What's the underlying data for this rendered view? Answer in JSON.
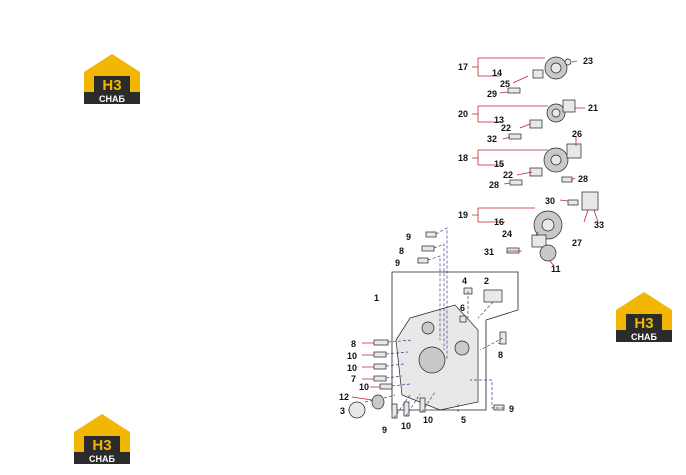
{
  "logos": [
    {
      "id": "logo-top-left",
      "mark": "H3",
      "caption": "CHAБ"
    },
    {
      "id": "logo-right",
      "mark": "H3",
      "caption": "CHAБ"
    },
    {
      "id": "logo-bottom-left",
      "mark": "H3",
      "caption": "CHAБ"
    }
  ],
  "colors": {
    "logo_gold": "#f2b705",
    "logo_dark": "#2b2b2b",
    "leader_red": "#c0262d",
    "dash_blue": "#3b3b8f"
  },
  "callouts": [
    {
      "label": "17"
    },
    {
      "label": "14"
    },
    {
      "label": "23"
    },
    {
      "label": "25"
    },
    {
      "label": "29"
    },
    {
      "label": "20"
    },
    {
      "label": "13"
    },
    {
      "label": "21"
    },
    {
      "label": "22"
    },
    {
      "label": "32"
    },
    {
      "label": "26"
    },
    {
      "label": "18"
    },
    {
      "label": "15"
    },
    {
      "label": "22"
    },
    {
      "label": "28"
    },
    {
      "label": "28"
    },
    {
      "label": "30"
    },
    {
      "label": "19"
    },
    {
      "label": "16"
    },
    {
      "label": "24"
    },
    {
      "label": "31"
    },
    {
      "label": "27"
    },
    {
      "label": "33"
    },
    {
      "label": "11"
    },
    {
      "label": "9"
    },
    {
      "label": "8"
    },
    {
      "label": "9"
    },
    {
      "label": "1"
    },
    {
      "label": "4"
    },
    {
      "label": "2"
    },
    {
      "label": "6"
    },
    {
      "label": "8"
    },
    {
      "label": "10"
    },
    {
      "label": "10"
    },
    {
      "label": "7"
    },
    {
      "label": "10"
    },
    {
      "label": "12"
    },
    {
      "label": "3"
    },
    {
      "label": "9"
    },
    {
      "label": "10"
    },
    {
      "label": "10"
    },
    {
      "label": "5"
    },
    {
      "label": "9"
    },
    {
      "label": "8"
    }
  ]
}
